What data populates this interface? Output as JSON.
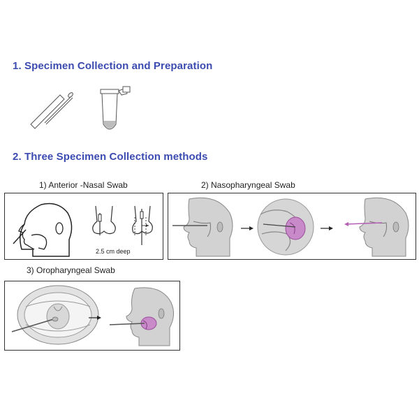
{
  "section1": {
    "heading": "1. Specimen Collection and Preparation",
    "figures": [
      "swab-icon",
      "collection-tube-icon"
    ]
  },
  "section2": {
    "heading": "2. Three Specimen Collection methods",
    "methods": [
      {
        "caption": "1) Anterior -Nasal Swab",
        "annotation": "2.5 cm deep",
        "figures": [
          "head-profile-nasal-swab-icon",
          "nose-front-swab-icon",
          "nose-side-depth-icon"
        ]
      },
      {
        "caption": "2) Nasopharyngeal Swab",
        "figures": [
          "head-profile-insert-swab-icon",
          "nasopharynx-closeup-icon",
          "head-profile-withdraw-swab-icon"
        ]
      },
      {
        "caption": "3) Oropharyngeal Swab",
        "figures": [
          "open-mouth-swab-icon",
          "head-profile-oral-swab-icon"
        ]
      }
    ]
  },
  "colors": {
    "heading": "#3b4bb0",
    "tissue_gray": "#cfcfcf",
    "highlight_purple": "#b35fb3"
  }
}
